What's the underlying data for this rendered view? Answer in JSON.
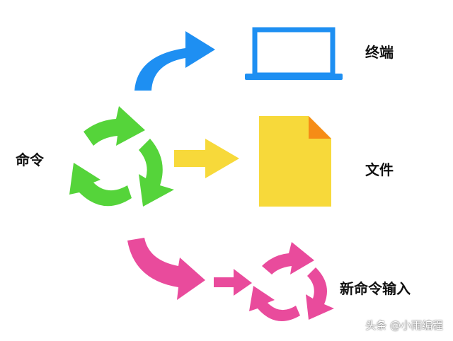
{
  "labels": {
    "command": "命令",
    "terminal": "终端",
    "file": "文件",
    "new_command_input": "新命令输入"
  },
  "watermark": "头条 @小雨编程",
  "colors": {
    "cycle_green": "#55D43A",
    "cycle_pink": "#E94B9C",
    "arrow_blue": "#1E8FF2",
    "arrow_yellow": "#F7D93A",
    "arrow_pink": "#E94B9C",
    "laptop_blue": "#1E8FF2",
    "file_yellow": "#F7D93A",
    "file_fold": "#F68C16"
  },
  "icons": {
    "source": "cycle-arrows-icon",
    "terminal": "laptop-icon",
    "file": "file-icon",
    "new_input": "cycle-arrows-icon"
  }
}
